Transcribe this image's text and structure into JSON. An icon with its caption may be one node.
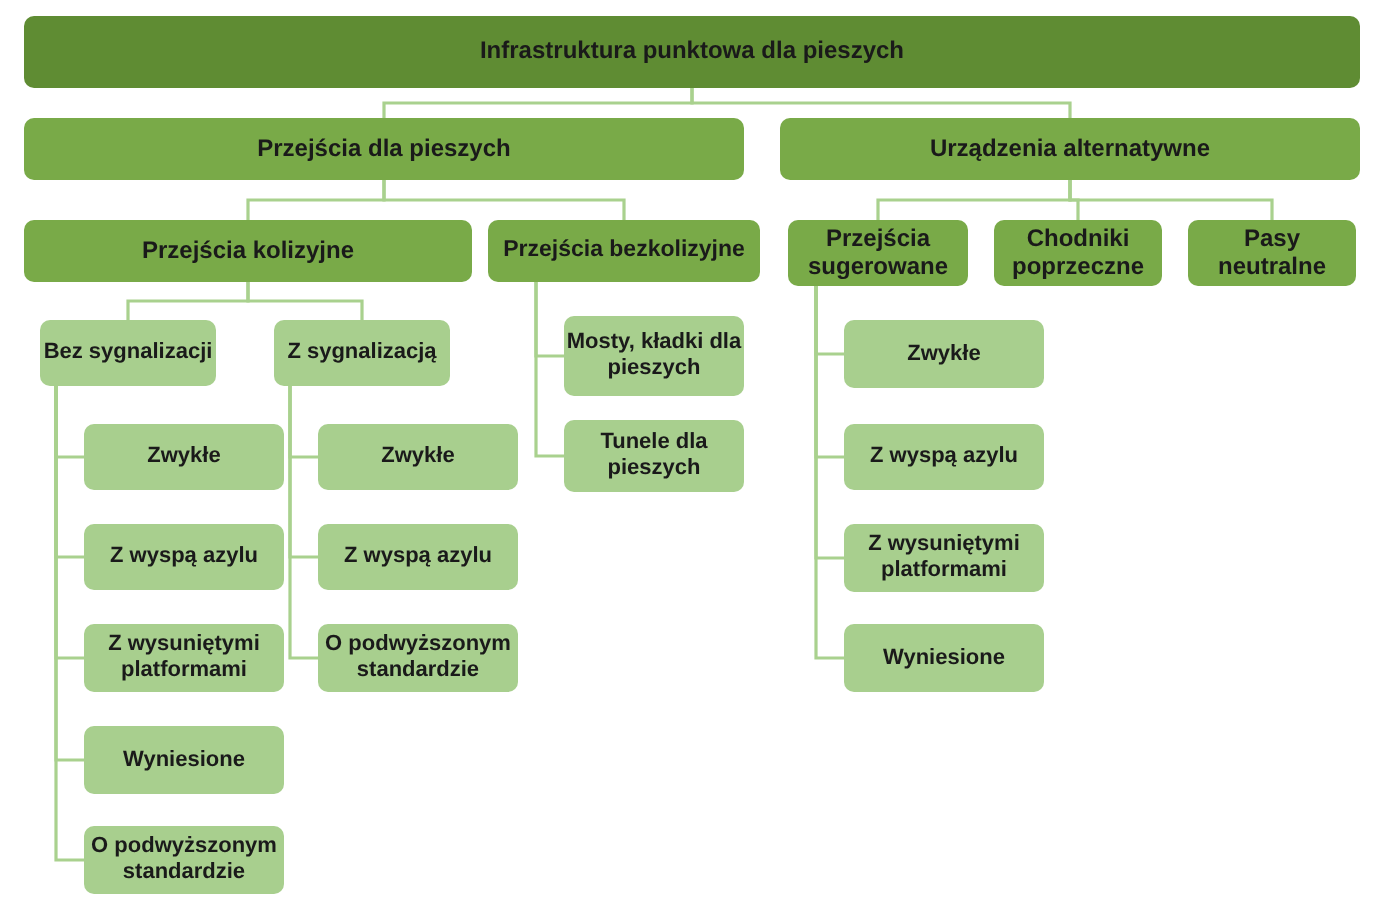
{
  "diagram": {
    "nodes": [
      {
        "text": [
          "Infrastruktura punktowa dla pieszych"
        ]
      },
      {
        "text": [
          "Przejścia dla pieszych"
        ]
      },
      {
        "text": [
          "Urządzenia alternatywne"
        ]
      },
      {
        "text": [
          "Przejścia kolizyjne"
        ]
      },
      {
        "text": [
          "Przejścia bezkolizyjne"
        ]
      },
      {
        "text": [
          "Przejścia sugerowane"
        ]
      },
      {
        "text": [
          "Chodniki poprzeczne"
        ]
      },
      {
        "text": [
          "Pasy neutralne"
        ]
      },
      {
        "text": [
          "Bez sygnalizacji"
        ]
      },
      {
        "text": [
          "Z sygnalizacją"
        ]
      },
      {
        "text": [
          "Mosty, kładki dla pieszych"
        ]
      },
      {
        "text": [
          "Tunele dla pieszych"
        ]
      },
      {
        "text": [
          "Zwykłe"
        ]
      },
      {
        "text": [
          "Z wyspą azylu"
        ]
      },
      {
        "text": [
          "Z wysuniętymi platformami"
        ]
      },
      {
        "text": [
          "Wyniesione"
        ]
      },
      {
        "text": [
          "O podwyższonym standardzie"
        ]
      },
      {
        "text": [
          "Zwykłe"
        ]
      },
      {
        "text": [
          "Z wyspą azylu"
        ]
      },
      {
        "text": [
          "O podwyższonym standardzie"
        ]
      },
      {
        "text": [
          "Zwykłe"
        ]
      },
      {
        "text": [
          "Z wyspą azylu"
        ]
      },
      {
        "text": [
          "Z wysuniętymi platformami"
        ]
      },
      {
        "text": [
          "Wyniesione"
        ]
      }
    ],
    "edges": [
      {
        "from": 0,
        "to": 1,
        "arrow": "none"
      },
      {
        "from": 0,
        "to": 2,
        "arrow": "none"
      },
      {
        "from": 1,
        "to": 3,
        "arrow": "none"
      },
      {
        "from": 1,
        "to": 4,
        "arrow": "none"
      },
      {
        "from": 2,
        "to": 5,
        "arrow": "none"
      },
      {
        "from": 2,
        "to": 6,
        "arrow": "none"
      },
      {
        "from": 2,
        "to": 7,
        "arrow": "none"
      },
      {
        "from": 3,
        "to": 8,
        "arrow": "none"
      },
      {
        "from": 3,
        "to": 9,
        "arrow": "none"
      },
      {
        "from": 4,
        "to": 10,
        "arrow": "none"
      },
      {
        "from": 4,
        "to": 11,
        "arrow": "none"
      },
      {
        "from": 8,
        "to": 12,
        "arrow": "none"
      },
      {
        "from": 8,
        "to": 13,
        "arrow": "none"
      },
      {
        "from": 8,
        "to": 14,
        "arrow": "none"
      },
      {
        "from": 8,
        "to": 15,
        "arrow": "none"
      },
      {
        "from": 8,
        "to": 16,
        "arrow": "none"
      },
      {
        "from": 9,
        "to": 17,
        "arrow": "none"
      },
      {
        "from": 9,
        "to": 18,
        "arrow": "none"
      },
      {
        "from": 9,
        "to": 19,
        "arrow": "none"
      },
      {
        "from": 5,
        "to": 20,
        "arrow": "none"
      },
      {
        "from": 5,
        "to": 21,
        "arrow": "none"
      },
      {
        "from": 5,
        "to": 22,
        "arrow": "none"
      },
      {
        "from": 5,
        "to": 23,
        "arrow": "none"
      }
    ]
  }
}
